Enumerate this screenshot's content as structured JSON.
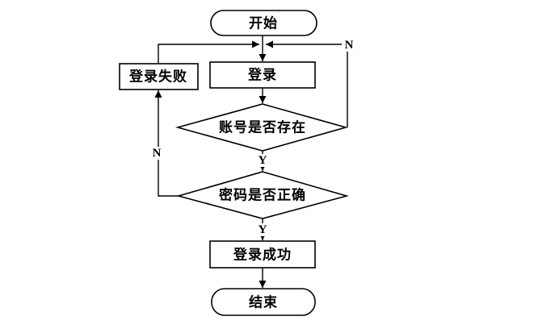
{
  "diagram": {
    "type": "flowchart",
    "background_color": "#ffffff",
    "line_color": "#000000",
    "nodes": {
      "start": {
        "shape": "terminator",
        "label": "开始"
      },
      "login": {
        "shape": "process",
        "label": "登录"
      },
      "login_fail": {
        "shape": "process",
        "label": "登录失败"
      },
      "account_check": {
        "shape": "decision",
        "label": "账号是否存在"
      },
      "password_check": {
        "shape": "decision",
        "label": "密码是否正确"
      },
      "login_success": {
        "shape": "process",
        "label": "登录成功"
      },
      "end": {
        "shape": "terminator",
        "label": "结束"
      }
    },
    "edge_labels": {
      "account_check_no": "N",
      "account_check_yes": "Y",
      "password_check_no": "N",
      "password_check_yes": "Y"
    }
  }
}
